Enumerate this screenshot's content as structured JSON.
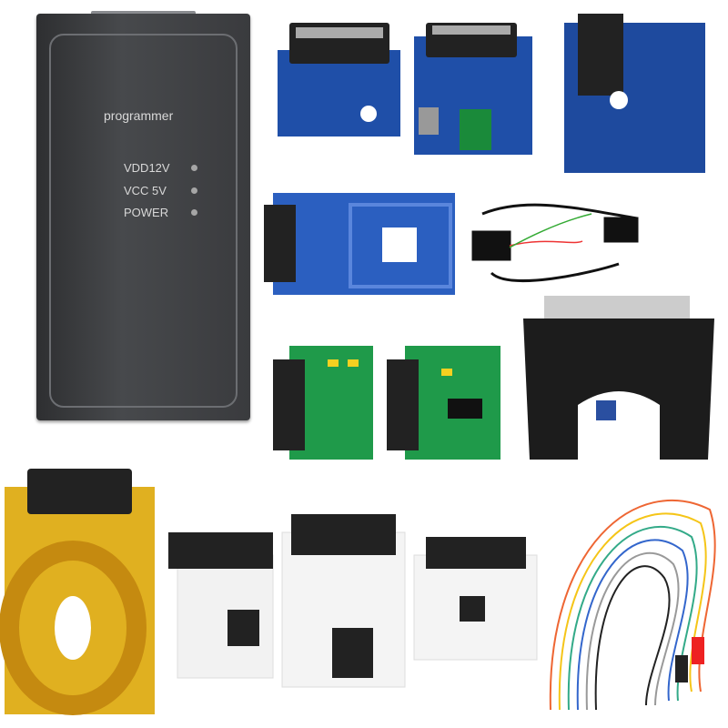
{
  "programmer": {
    "title": "programmer",
    "indicators": [
      {
        "label": "VDD12V"
      },
      {
        "label": "VCC 5V"
      },
      {
        "label": "POWER"
      }
    ]
  },
  "colors": {
    "box": "#3a3b3e",
    "blue_pcb": "#1f4fa8",
    "green_pcb": "#1f9a4a",
    "yellow_pcb": "#e0b020",
    "white_pcb": "#f2f2f2",
    "black_adapter": "#1c1c1c"
  }
}
